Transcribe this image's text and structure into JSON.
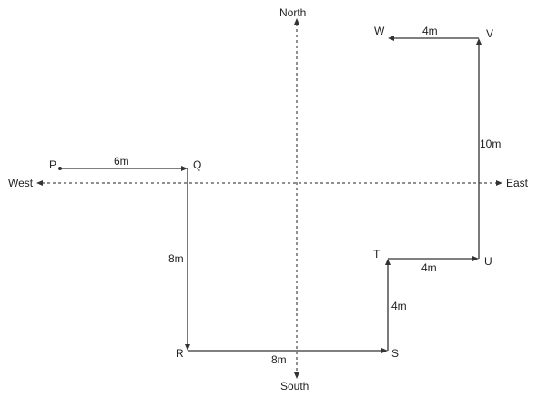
{
  "compass": {
    "north": "North",
    "south": "South",
    "east": "East",
    "west": "West"
  },
  "points": {
    "P": "P",
    "Q": "Q",
    "R": "R",
    "S": "S",
    "T": "T",
    "U": "U",
    "V": "V",
    "W": "W"
  },
  "segments": {
    "PQ": "6m",
    "QR": "8m",
    "RS": "8m",
    "ST": "4m",
    "TU": "4m",
    "UV": "10m",
    "VW": "4m"
  },
  "colors": {
    "line": "#333333",
    "text": "#222222",
    "background": "#ffffff"
  }
}
